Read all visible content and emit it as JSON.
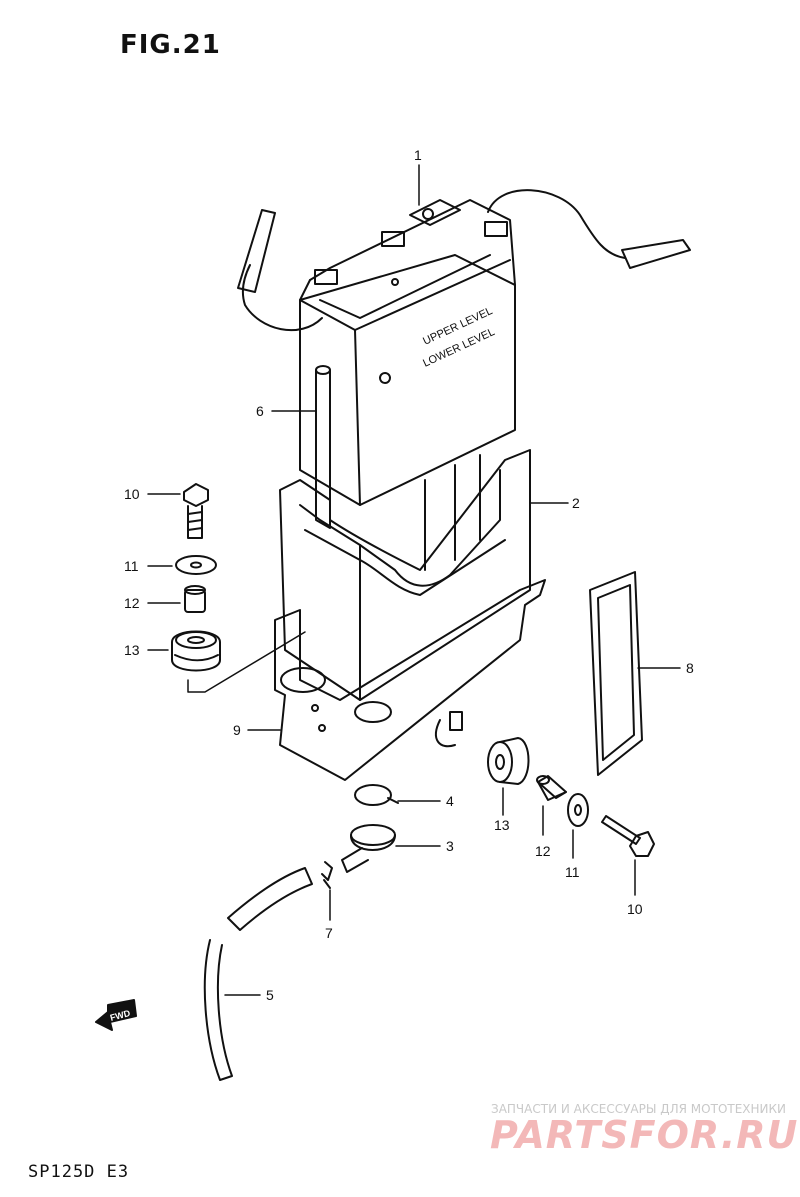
{
  "figure": {
    "title": "FIG.21",
    "model": "SP125D E3"
  },
  "battery_labels": {
    "upper": "UPPER LEVEL",
    "lower": "LOWER LEVEL"
  },
  "fwd_label": "FWD",
  "callouts": [
    {
      "id": "c1",
      "label": "1"
    },
    {
      "id": "c2",
      "label": "2"
    },
    {
      "id": "c3",
      "label": "3"
    },
    {
      "id": "c4",
      "label": "4"
    },
    {
      "id": "c5",
      "label": "5"
    },
    {
      "id": "c6",
      "label": "6"
    },
    {
      "id": "c7",
      "label": "7"
    },
    {
      "id": "c8",
      "label": "8"
    },
    {
      "id": "c9",
      "label": "9"
    },
    {
      "id": "c10a",
      "label": "10"
    },
    {
      "id": "c11a",
      "label": "11"
    },
    {
      "id": "c12a",
      "label": "12"
    },
    {
      "id": "c13a",
      "label": "13"
    },
    {
      "id": "c13b",
      "label": "13"
    },
    {
      "id": "c12b",
      "label": "12"
    },
    {
      "id": "c11b",
      "label": "11"
    },
    {
      "id": "c10b",
      "label": "10"
    }
  ],
  "watermark": {
    "line1": "ЗАПЧАСТИ И АКСЕССУАРЫ ДЛЯ МОТОТЕХНИКИ",
    "line2": "PARTSFOR.RU"
  }
}
